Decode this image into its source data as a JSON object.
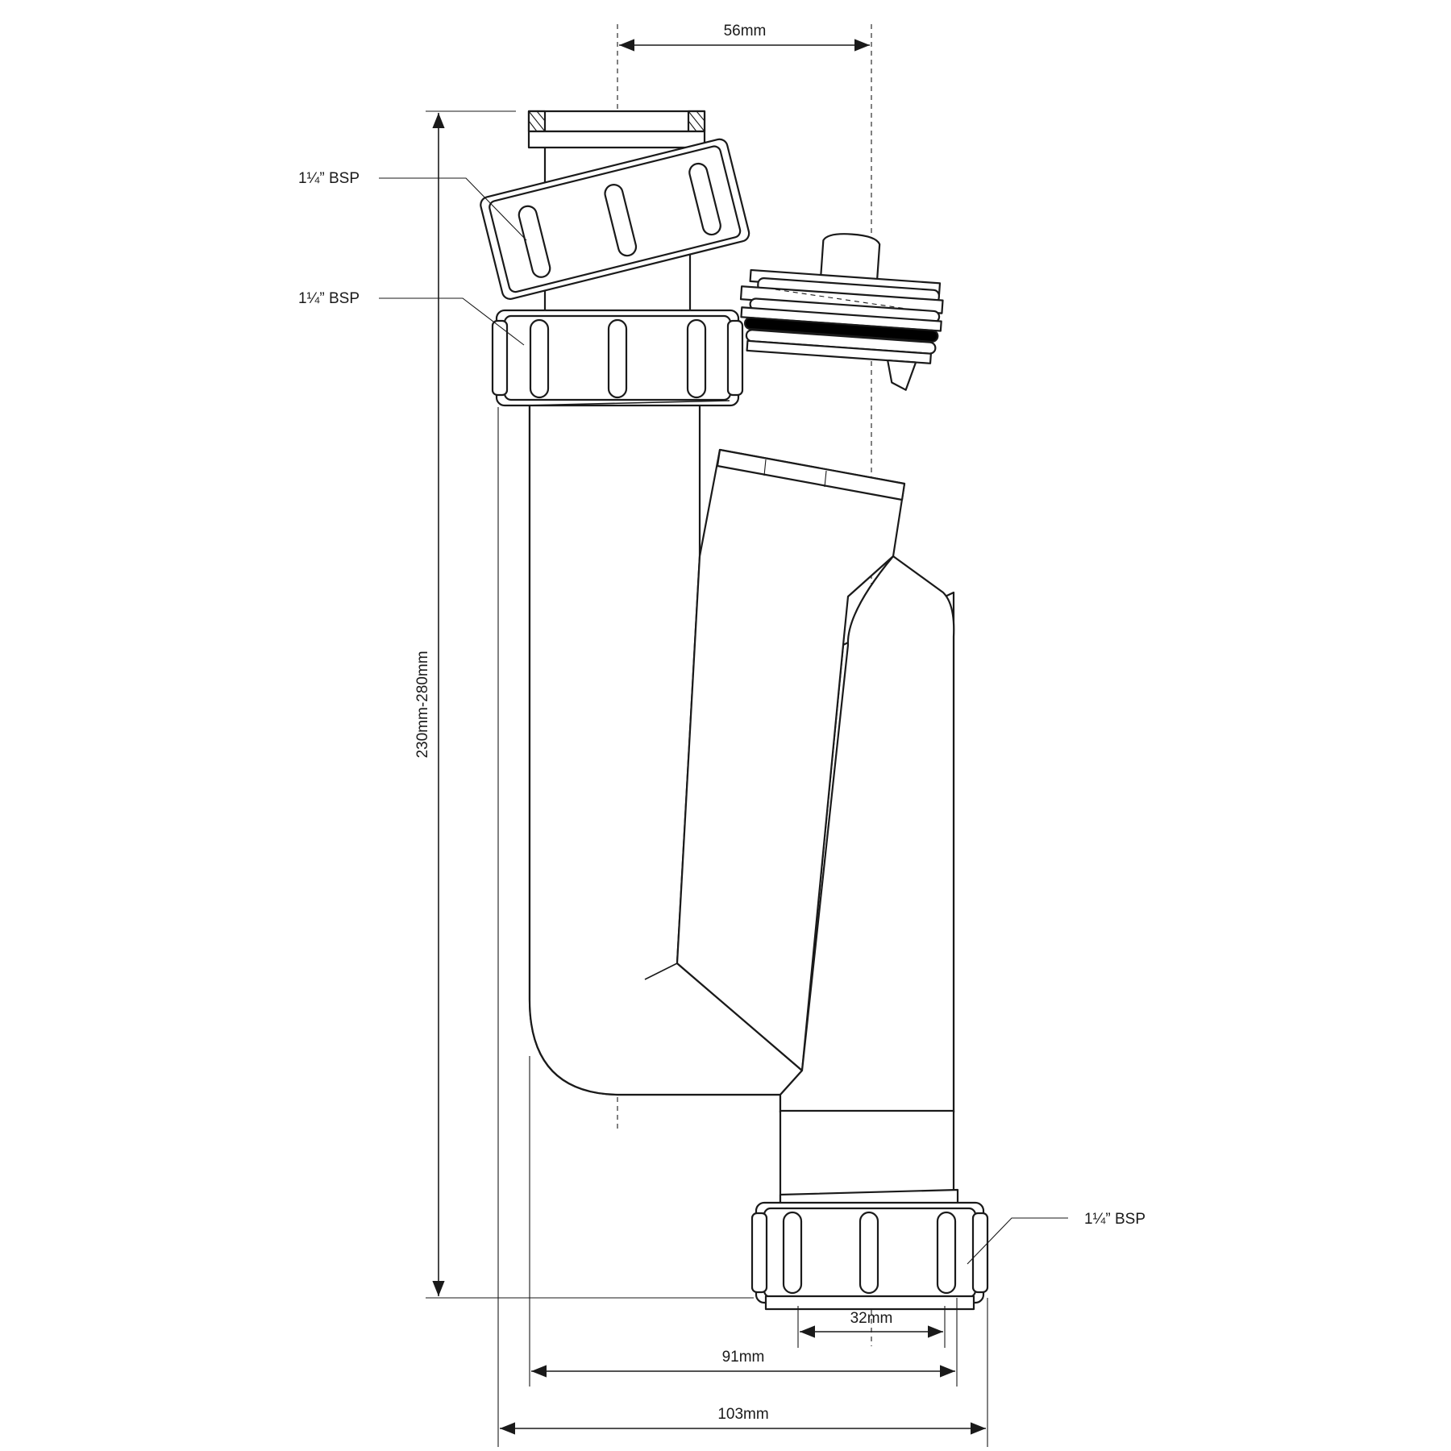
{
  "dimensions": {
    "centres": "56mm",
    "height": "230mm-280mm",
    "outlet": "32mm",
    "width_body": "91mm",
    "width_overall": "103mm"
  },
  "threads": {
    "top_nut": "1¼” BSP",
    "middle_nut": "1¼” BSP",
    "bottom_nut": "1¼” BSP"
  },
  "colors": {
    "line": "#1a1a1a",
    "background": "#ffffff",
    "seal_ring": "#000000"
  }
}
